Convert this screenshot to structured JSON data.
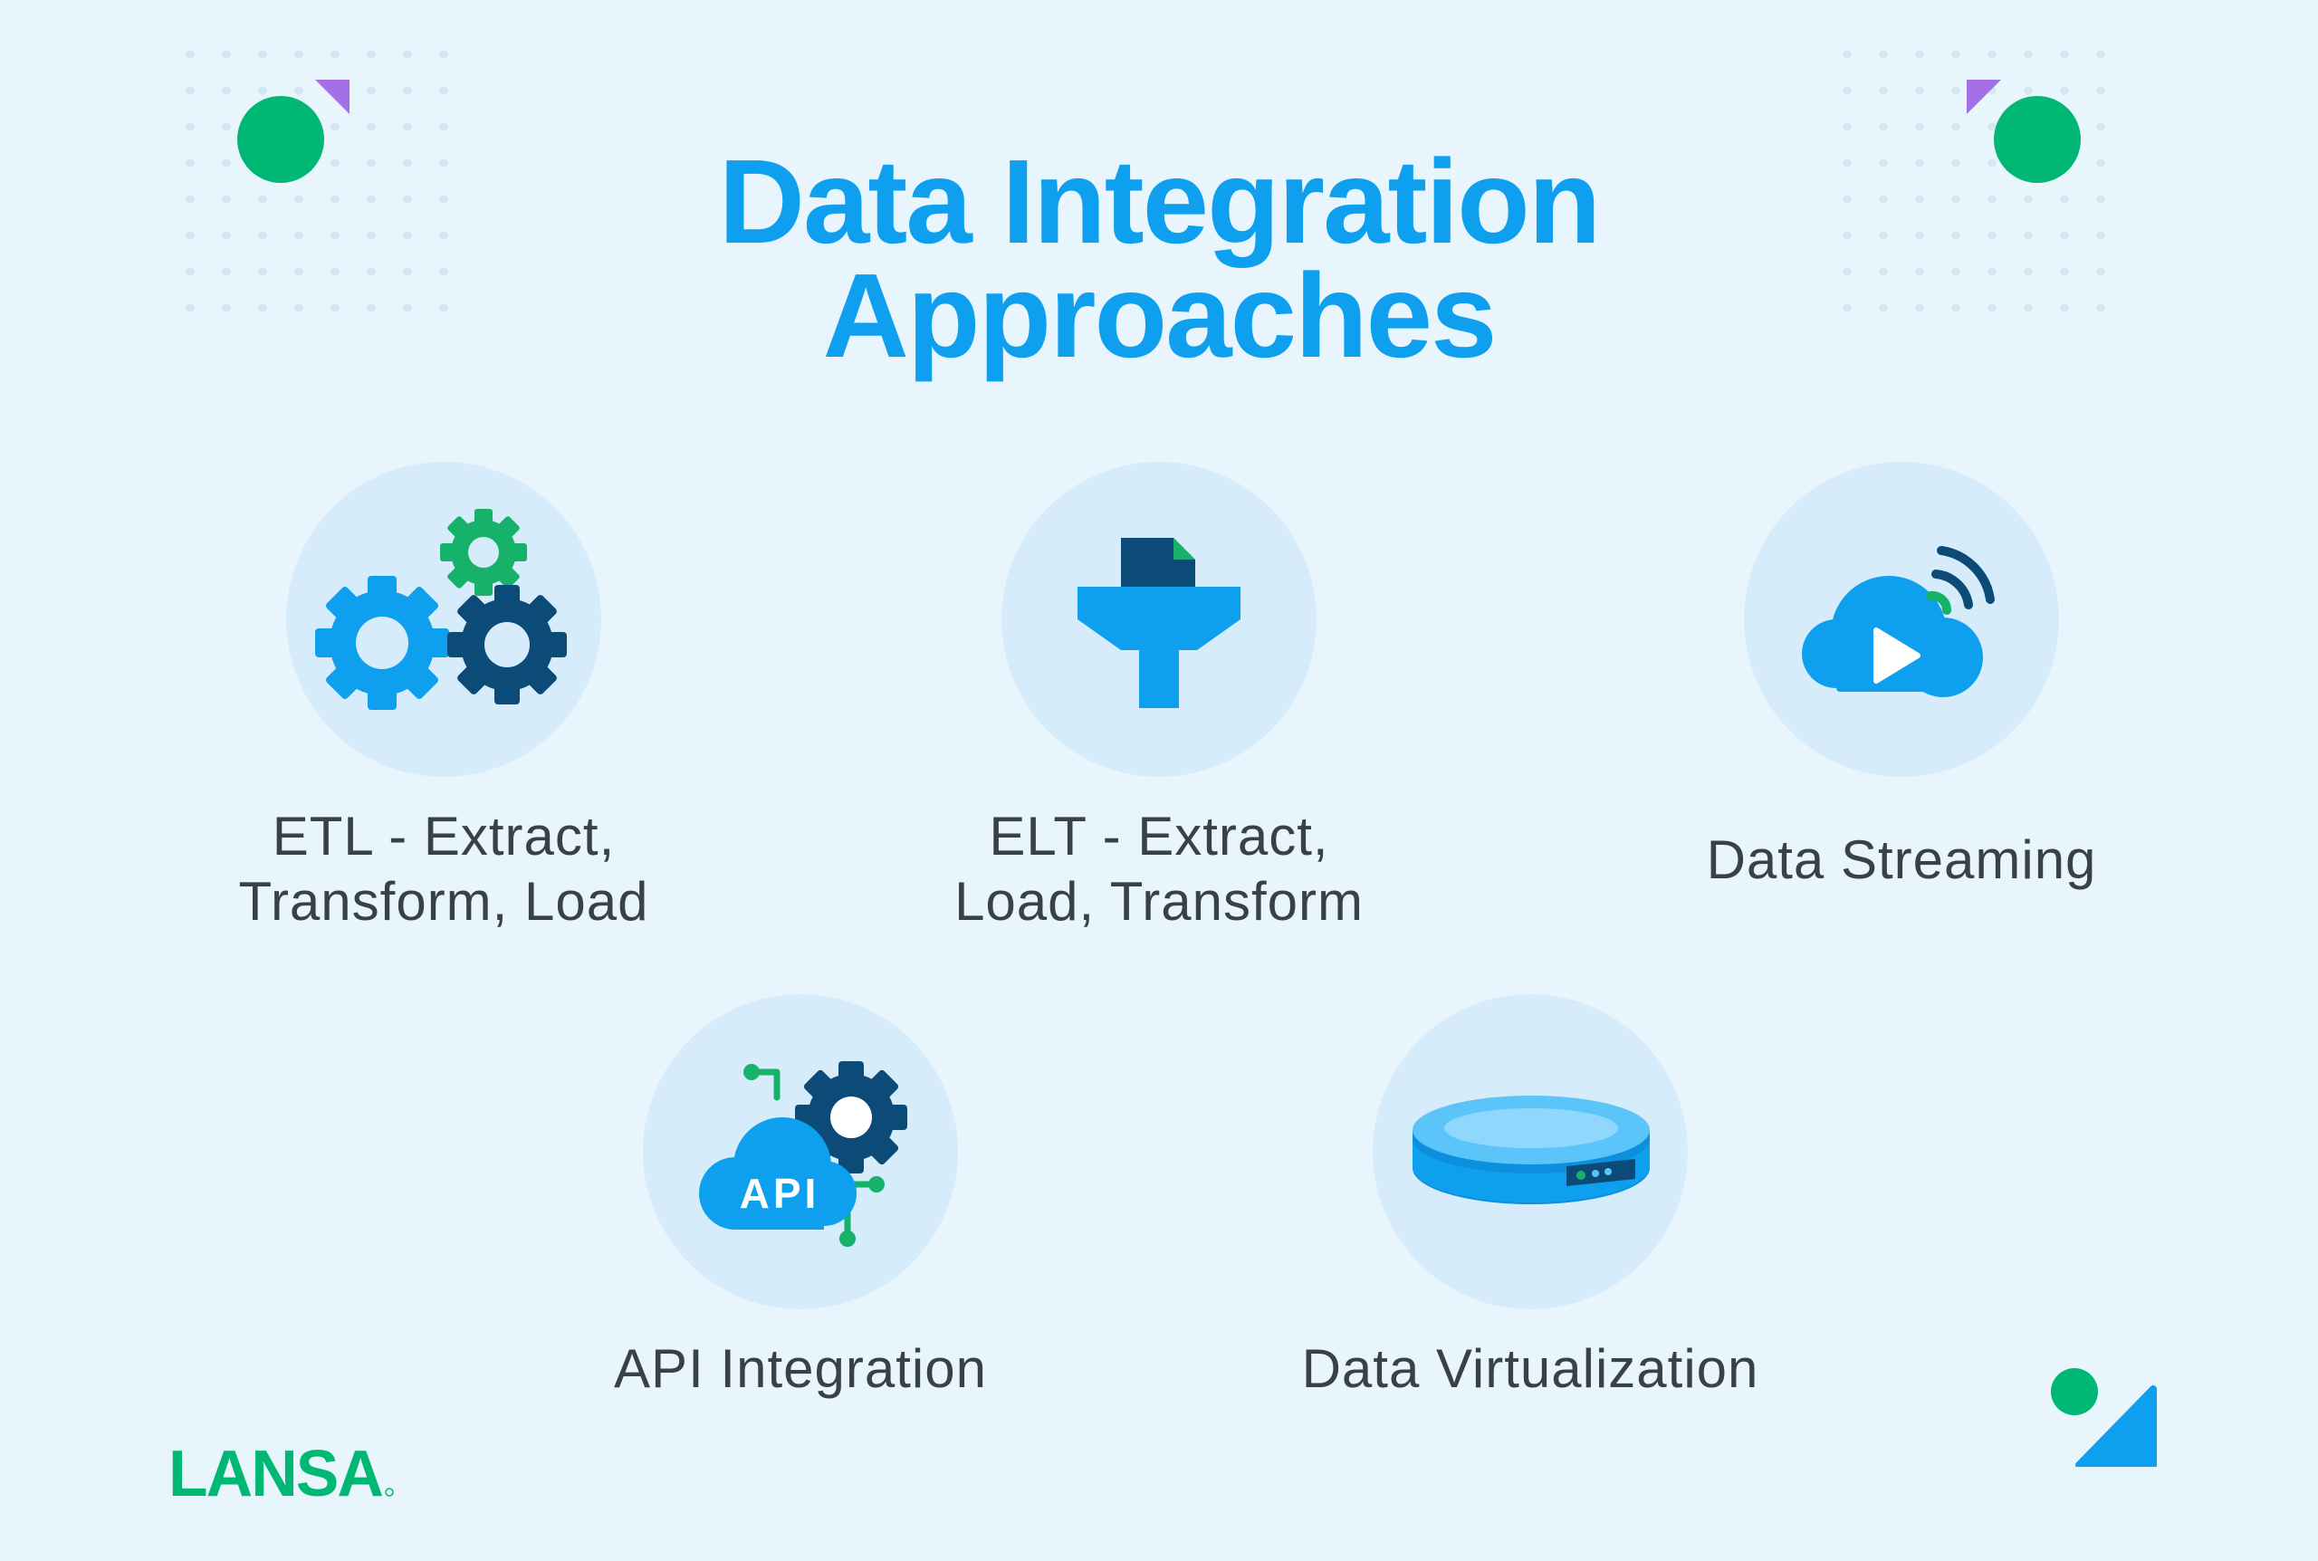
{
  "title": {
    "line1": "Data Integration",
    "line2": "Approaches"
  },
  "approaches": [
    {
      "line1": "ETL - Extract,",
      "line2": "Transform, Load",
      "icon": "gears-icon"
    },
    {
      "line1": "ELT - Extract,",
      "line2": "Load, Transform",
      "icon": "funnel-icon"
    },
    {
      "line1": "Data Streaming",
      "line2": "",
      "icon": "cloud-stream-icon"
    },
    {
      "line1": "API Integration",
      "line2": "",
      "icon": "api-cloud-icon",
      "icon_text": "API"
    },
    {
      "line1": "Data Virtualization",
      "line2": "",
      "icon": "server-disk-icon"
    }
  ],
  "brand": {
    "logo_text": "LANSA"
  },
  "colors": {
    "background": "#e8f5fd",
    "title_blue": "#0ea0ee",
    "accent_green": "#00b874",
    "accent_purple": "#a56fe6",
    "dark_navy": "#0c4a78",
    "text_gray": "#38404a",
    "circle_bg": "#d6ecfa"
  }
}
